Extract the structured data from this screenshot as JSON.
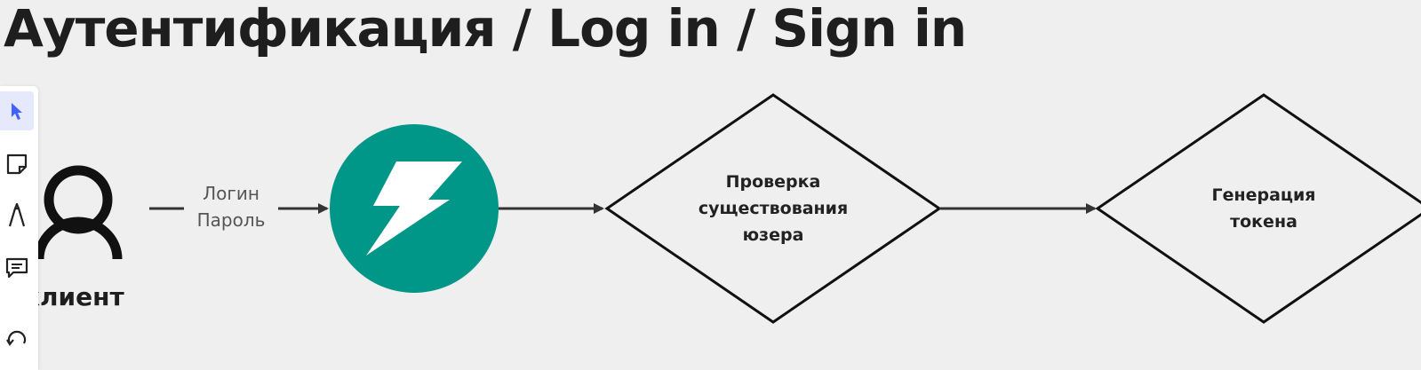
{
  "header": {
    "title": "Аутентификация / Log in / Sign in"
  },
  "toolbar": {
    "tools": [
      {
        "name": "select-icon",
        "active": true
      },
      {
        "name": "sticky-note-icon",
        "active": false
      },
      {
        "name": "pen-icon",
        "active": false
      },
      {
        "name": "comment-icon",
        "active": false
      },
      {
        "name": "undo-icon",
        "active": false
      }
    ],
    "accent_color": "#4262ff"
  },
  "diagram": {
    "client_label": "клиент",
    "edge_label_line1": "Логин",
    "edge_label_line2": "Пароль",
    "server_icon": "lightning-bolt-icon",
    "server_color": "#009688",
    "check_line1": "Проверка",
    "check_line2": "существования",
    "check_line3": "юзера",
    "token_line1": "Генерация",
    "token_line2": "токена"
  }
}
